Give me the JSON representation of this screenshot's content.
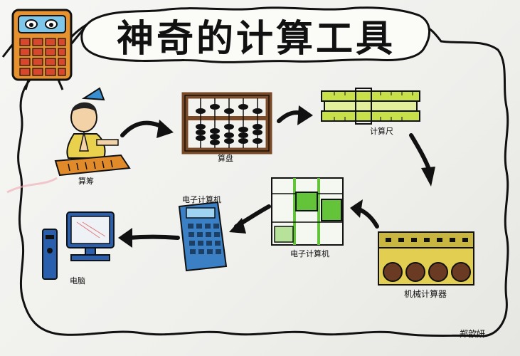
{
  "title": "神奇的计算工具",
  "labels": {
    "suanchou": "算筹",
    "suanpan": "算盘",
    "jisuanchi": "计算尺",
    "jixie": "机械计算器",
    "dianzi_tube": "电子计算机",
    "dianzi_calc": "电子计算机",
    "diannao": "电脑",
    "author": "郑歆妍"
  },
  "colors": {
    "outline": "#111111",
    "calc_orange": "#e8912f",
    "abacus_frame": "#7a4a26",
    "ruler_green": "#c8e04a",
    "mech_yellow": "#e2cf52",
    "mech_gear": "#6b3a22",
    "tube_green": "#63c43a",
    "calc_blue": "#3b7fc4",
    "monitor_blue": "#2a5fae",
    "robe_yellow": "#e9d04d",
    "table_orange": "#e08a2a"
  },
  "icons": [
    "calculator-mascot-icon",
    "abacus-icon",
    "slide-rule-icon",
    "mechanical-calculator-icon",
    "vacuum-tube-computer-icon",
    "electronic-calculator-icon",
    "computer-icon",
    "counting-rods-scholar-icon"
  ]
}
